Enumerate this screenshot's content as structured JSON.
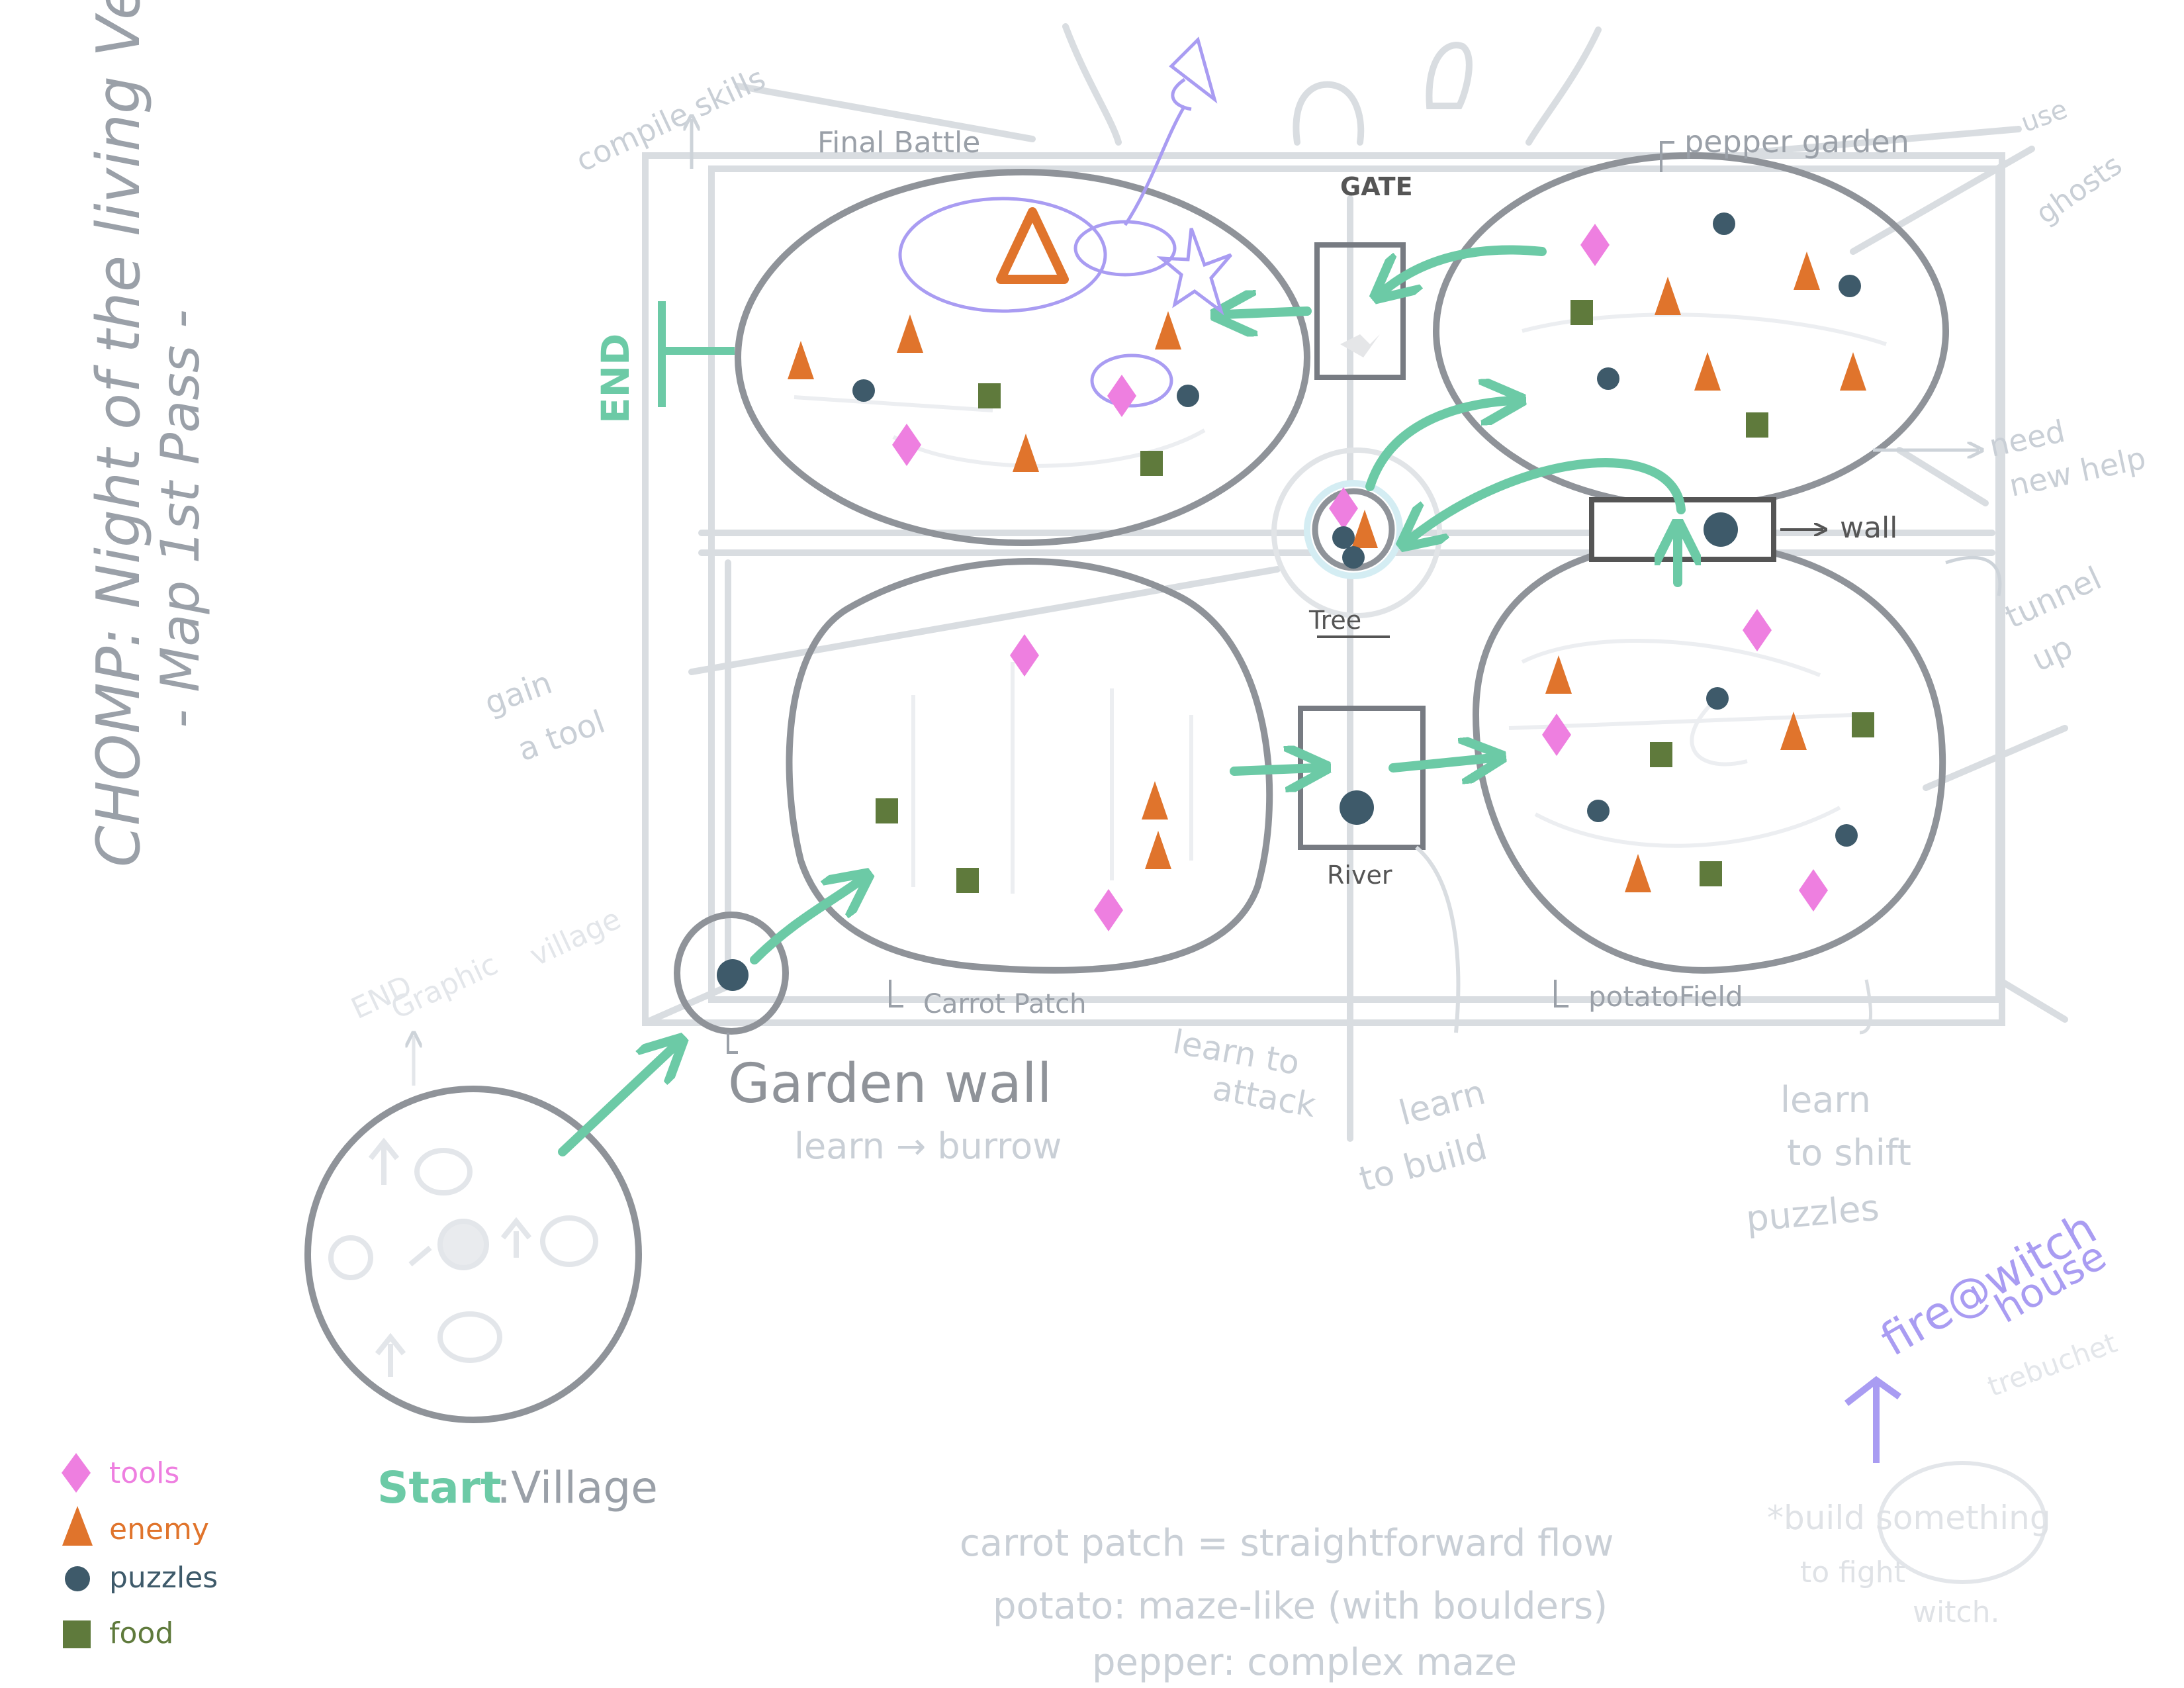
{
  "title": {
    "line1": "CHOMP: Night of the living Veg",
    "line2": "- Map 1st Pass -"
  },
  "regions": {
    "final_battle": "Final Battle",
    "pepper_garden": "pepper garden",
    "carrot_patch": "Carrot Patch",
    "potato_field": "potatoField",
    "garden_wall": "Garden wall",
    "village_start": "Start",
    "village_name": ":Village"
  },
  "nodes": {
    "gate": "GATE",
    "tree": "Tree",
    "river": "River",
    "wall": "wall",
    "end": "END"
  },
  "notes": {
    "compile_skills": "compile skills",
    "use_ghosts_1": "use",
    "use_ghosts_2": "ghosts",
    "need_new_help_1": "need",
    "need_new_help_2": "new help",
    "tunnel_up_1": "tunnel",
    "tunnel_up_2": "up",
    "gain_a_tool_1": "gain",
    "gain_a_tool_2": "a tool",
    "end_graphic_1": "END",
    "end_graphic_2": "Graphic",
    "end_graphic_3": "village",
    "learn_burrow": "learn → burrow",
    "learn_attack_1": "learn to",
    "learn_attack_2": "attack",
    "learn_build_1": "learn",
    "learn_build_2": "to build",
    "learn_shift_1": "learn",
    "learn_shift_2": "to shift",
    "learn_shift_3": "puzzles",
    "fire_witch_1": "fire@witch",
    "fire_witch_2": "house",
    "trebuchet": "trebuchet",
    "build_something_1": "*build something",
    "build_something_2": "to fight",
    "build_something_3": "witch."
  },
  "flow_notes": [
    "carrot patch = straightforward flow",
    "potato: maze-like (with boulders)",
    "pepper: complex maze"
  ],
  "legend": [
    {
      "label": "tools",
      "shape": "diamond",
      "color": "#ee7fe0"
    },
    {
      "label": "enemy",
      "shape": "triangle",
      "color": "#e0742c"
    },
    {
      "label": "puzzles",
      "shape": "circle",
      "color": "#3e5a6a"
    },
    {
      "label": "food",
      "shape": "square",
      "color": "#5f7a3c"
    }
  ],
  "colors": {
    "tools": "#ee7fe0",
    "enemy": "#e0742c",
    "puzzles": "#3e5a6a",
    "food": "#5f7a3c",
    "path_arrow": "#6ccaa6",
    "boss_sketch": "#a99cf2",
    "region_outline": "#8f9399",
    "sketch_faint": "#d6dade"
  }
}
